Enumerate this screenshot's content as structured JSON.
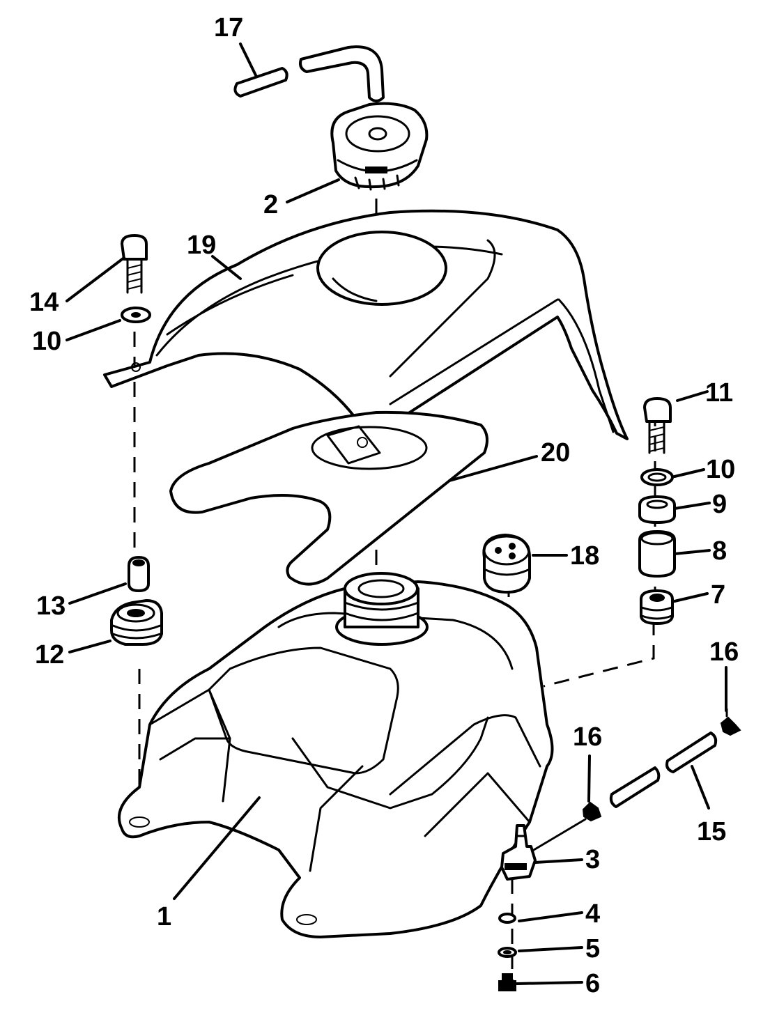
{
  "callouts": {
    "c1": "1",
    "c2": "2",
    "c3": "3",
    "c4": "4",
    "c5": "5",
    "c6": "6",
    "c7": "7",
    "c8": "8",
    "c9": "9",
    "c10a": "10",
    "c10b": "10",
    "c11": "11",
    "c12": "12",
    "c13": "13",
    "c14": "14",
    "c15": "15",
    "c16a": "16",
    "c16b": "16",
    "c17": "17",
    "c18": "18",
    "c19": "19",
    "c20": "20"
  }
}
